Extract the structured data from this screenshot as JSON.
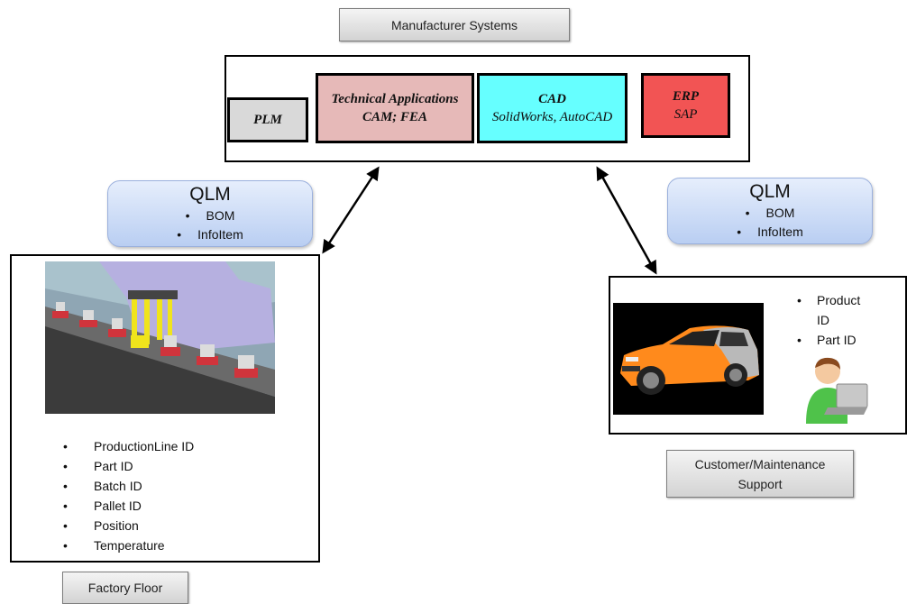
{
  "header": {
    "title": "Manufacturer Systems"
  },
  "systems": [
    {
      "title": "PLM",
      "subtitle": ""
    },
    {
      "title": "Technical Applications",
      "subtitle": "CAM; FEA"
    },
    {
      "title": "CAD",
      "subtitle": "SolidWorks, AutoCAD"
    },
    {
      "title": "ERP",
      "subtitle": "SAP"
    }
  ],
  "qlm_left": {
    "title": "QLM",
    "items": [
      "BOM",
      "InfoItem"
    ]
  },
  "qlm_right": {
    "title": "QLM",
    "items": [
      "BOM",
      "InfoItem"
    ]
  },
  "factory": {
    "items": [
      "ProductionLine  ID",
      "Part ID",
      "Batch ID",
      "Pallet ID",
      "Position",
      "Temperature"
    ],
    "label": "Factory Floor"
  },
  "customer": {
    "item1_a": "Product",
    "item1_b": "ID",
    "item2": "Part ID",
    "label_line1": "Customer/Maintenance",
    "label_line2": "Support"
  },
  "colors": {
    "plm": "#d9d9d9",
    "tech": "#e6b9b8",
    "cad": "#66ffff",
    "erp": "#f25454",
    "qlm": "#c6d6f3",
    "car": "#ff8a1c"
  }
}
